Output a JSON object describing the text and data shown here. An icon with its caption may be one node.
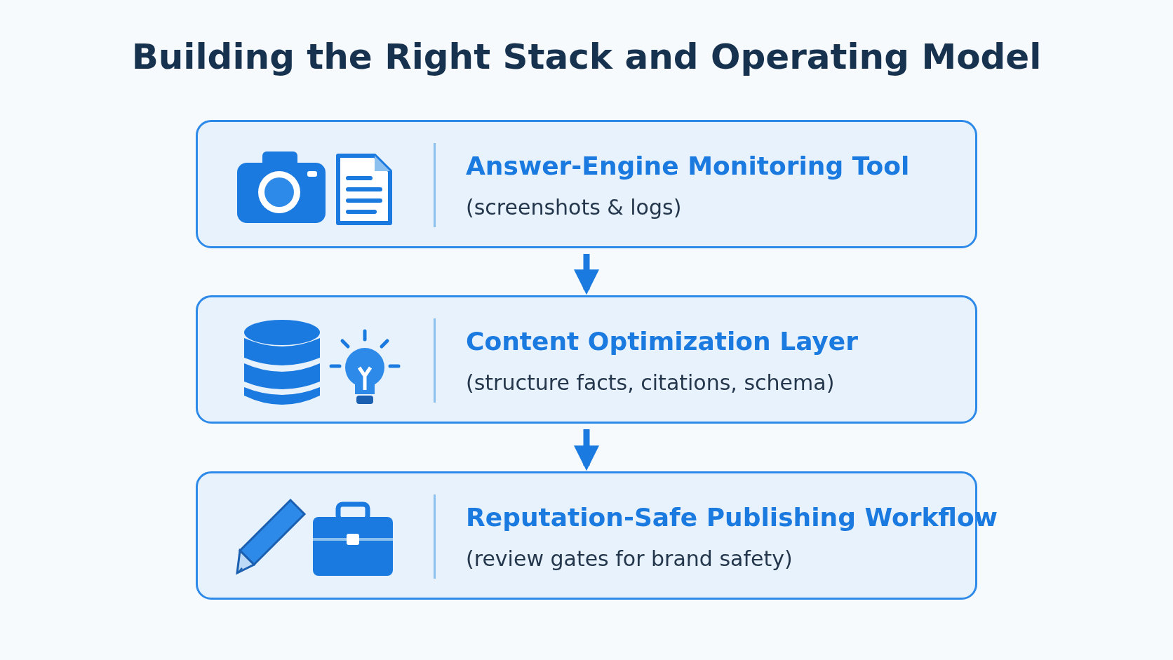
{
  "diagram": {
    "title": "Building the Right Stack and Operating Model",
    "nodes": [
      {
        "text": [
          "Answer-Engine Monitoring Tool",
          "(screenshots & logs)"
        ]
      },
      {
        "text": [
          "Content Optimization Layer",
          "(structure facts, citations, schema)"
        ]
      },
      {
        "text": [
          "Reputation-Safe Publishing Workflow",
          "(review gates for brand safety)"
        ]
      }
    ],
    "edges": [
      {
        "from": 0,
        "to": 1,
        "arrow": "to"
      },
      {
        "from": 1,
        "to": 2,
        "arrow": "to"
      }
    ]
  }
}
